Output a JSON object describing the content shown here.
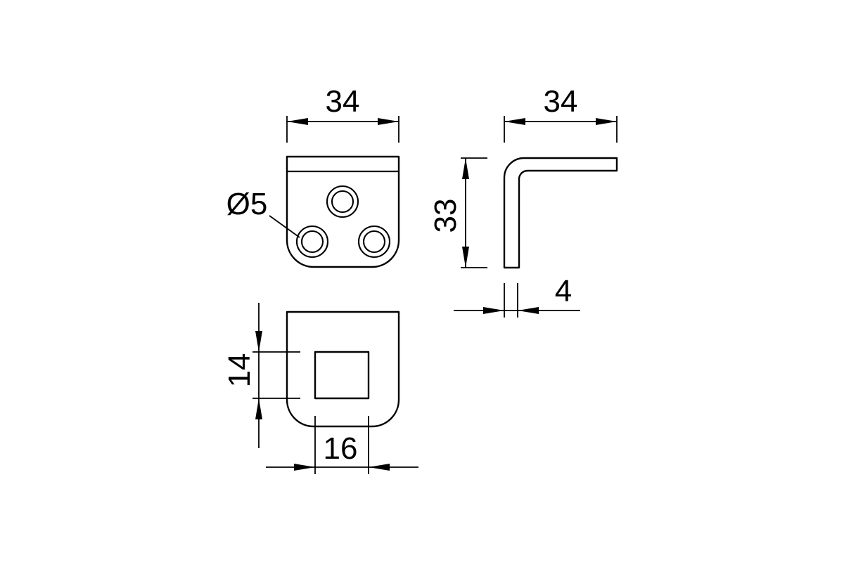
{
  "drawing": {
    "ink_color": "#000000",
    "background_color": "#ffffff"
  },
  "top_view": {
    "width_dim": "34",
    "hole_callout": "Ø5"
  },
  "side_view": {
    "width_dim": "34",
    "height_dim": "33",
    "thickness_dim": "4"
  },
  "front_view": {
    "cutout_height_dim": "14",
    "cutout_width_dim": "16"
  }
}
